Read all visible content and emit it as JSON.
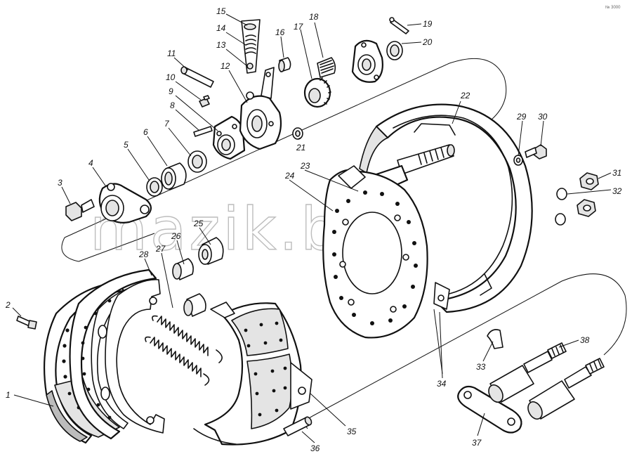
{
  "watermark": "mazik.by",
  "corner_mark": "№ 3000",
  "callouts": [
    {
      "id": "c1",
      "label": "1"
    },
    {
      "id": "c2",
      "label": "2"
    },
    {
      "id": "c3",
      "label": "3"
    },
    {
      "id": "c4",
      "label": "4"
    },
    {
      "id": "c5",
      "label": "5"
    },
    {
      "id": "c6",
      "label": "6"
    },
    {
      "id": "c7",
      "label": "7"
    },
    {
      "id": "c8",
      "label": "8"
    },
    {
      "id": "c9",
      "label": "9"
    },
    {
      "id": "c10",
      "label": "10"
    },
    {
      "id": "c11",
      "label": "11"
    },
    {
      "id": "c12",
      "label": "12"
    },
    {
      "id": "c13",
      "label": "13"
    },
    {
      "id": "c14",
      "label": "14"
    },
    {
      "id": "c15",
      "label": "15"
    },
    {
      "id": "c16",
      "label": "16"
    },
    {
      "id": "c17",
      "label": "17"
    },
    {
      "id": "c18",
      "label": "18"
    },
    {
      "id": "c19",
      "label": "19"
    },
    {
      "id": "c20",
      "label": "20"
    },
    {
      "id": "c21",
      "label": "21"
    },
    {
      "id": "c22",
      "label": "22"
    },
    {
      "id": "c23",
      "label": "23"
    },
    {
      "id": "c24",
      "label": "24"
    },
    {
      "id": "c25",
      "label": "25"
    },
    {
      "id": "c26",
      "label": "26"
    },
    {
      "id": "c27",
      "label": "27"
    },
    {
      "id": "c28",
      "label": "28"
    },
    {
      "id": "c29",
      "label": "29"
    },
    {
      "id": "c30",
      "label": "30"
    },
    {
      "id": "c31",
      "label": "31"
    },
    {
      "id": "c32",
      "label": "32"
    },
    {
      "id": "c33",
      "label": "33"
    },
    {
      "id": "c34",
      "label": "34"
    },
    {
      "id": "c35",
      "label": "35"
    },
    {
      "id": "c36",
      "label": "36"
    },
    {
      "id": "c37",
      "label": "37"
    },
    {
      "id": "c38",
      "label": "38"
    }
  ]
}
